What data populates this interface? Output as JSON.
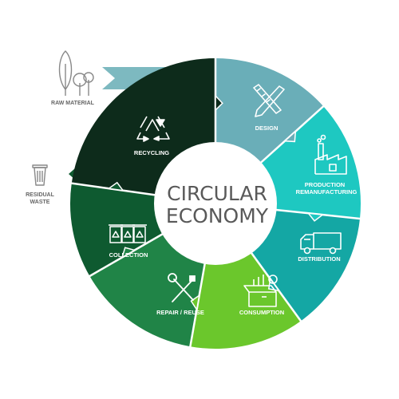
{
  "center": {
    "line1": "CIRCULAR",
    "line2": "ECONOMY"
  },
  "segments": [
    {
      "id": "design",
      "label": "DESIGN",
      "color": "#6aaeb8",
      "icon": "pencil-ruler-icon"
    },
    {
      "id": "production",
      "line1": "PRODUCTION",
      "line2": "REMANUFACTURING",
      "color": "#1ec8c1",
      "icon": "factory-icon"
    },
    {
      "id": "distribution",
      "label": "DISTRIBUTION",
      "color": "#14a7a4",
      "icon": "truck-icon"
    },
    {
      "id": "consumption",
      "label": "CONSUMPTION",
      "color": "#6bc72c",
      "icon": "shopping-box-icon"
    },
    {
      "id": "repair",
      "label": "REPAIR / REUSE",
      "color": "#208447",
      "icon": "wrench-screwdriver-icon"
    },
    {
      "id": "collection",
      "label": "COLLECTION",
      "color": "#0e5a30",
      "icon": "recycling-bins-icon"
    },
    {
      "id": "recycling",
      "label": "RECYCLING",
      "color": "#0d2b1b",
      "icon": "recycle-icon"
    }
  ],
  "side": {
    "raw_material": {
      "label": "RAW MATERIAL",
      "color": "#7db9c0",
      "icon": "trees-icon"
    },
    "residual_waste": {
      "line1": "RESIDUAL",
      "line2": "WASTE",
      "color": "#0e5a30",
      "icon": "trash-can-icon"
    }
  },
  "colors": {
    "label": "#ffffff",
    "center_text": "#595959",
    "side_text": "#666666",
    "icon_stroke": "#888888"
  }
}
